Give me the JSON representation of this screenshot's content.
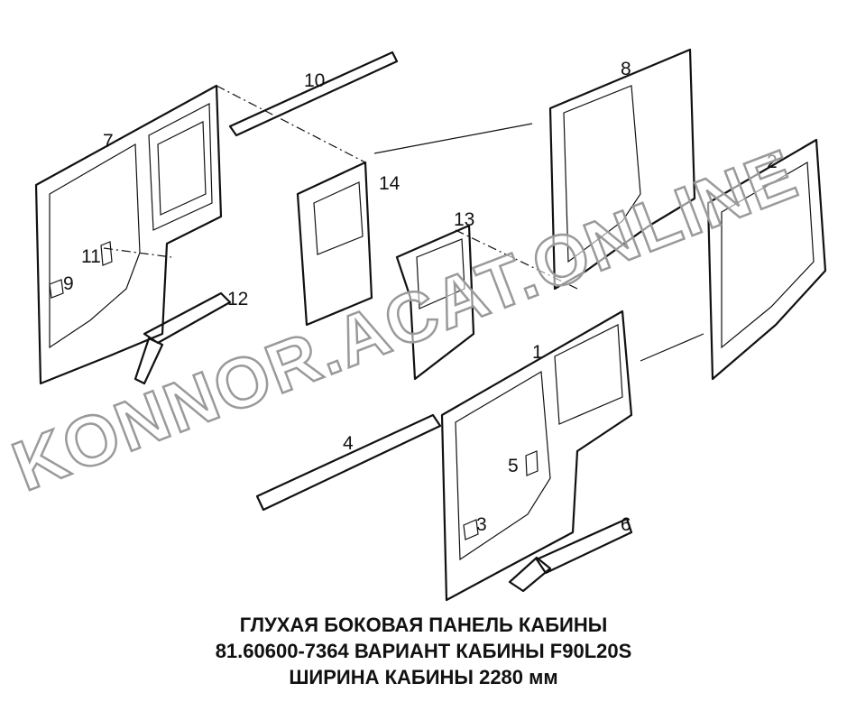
{
  "caption": {
    "line1": "ГЛУХАЯ БОКОВАЯ ПАНЕЛЬ КАБИНЫ",
    "line2": "81.60600-7364 ВАРИАНТ КАБИНЫ F90L20S",
    "line3": "ШИРИНА КАБИНЫ 2280 мм"
  },
  "watermark": "KONNOR.ACAT.ONLINE",
  "callouts": [
    "1",
    "2",
    "3",
    "4",
    "5",
    "6",
    "7",
    "8",
    "9",
    "10",
    "11",
    "12",
    "13",
    "14"
  ]
}
